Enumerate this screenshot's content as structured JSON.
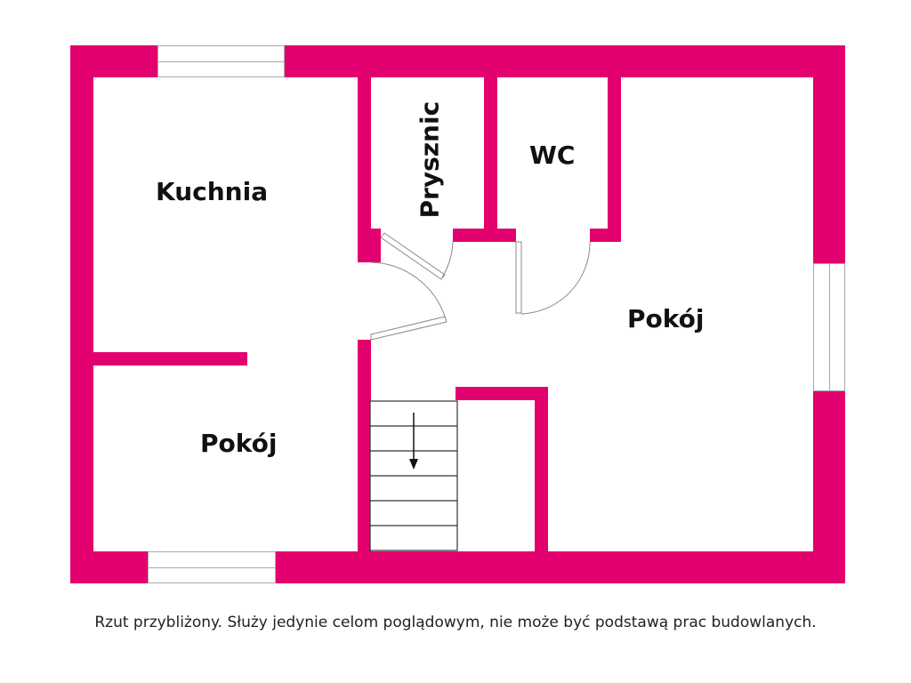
{
  "floorplan": {
    "wall_color": "#e3006f",
    "rooms": [
      {
        "id": "kitchen",
        "label": "Kuchnia"
      },
      {
        "id": "shower",
        "label": "Prysznic"
      },
      {
        "id": "wc",
        "label": "WC"
      },
      {
        "id": "room-right",
        "label": "Pokój"
      },
      {
        "id": "room-left",
        "label": "Pokój"
      }
    ],
    "stairs": {
      "steps": 6,
      "direction": "down"
    }
  },
  "caption": "Rzut przybliżony. Służy jedynie celom poglądowym, nie może być podstawą prac budowlanych."
}
